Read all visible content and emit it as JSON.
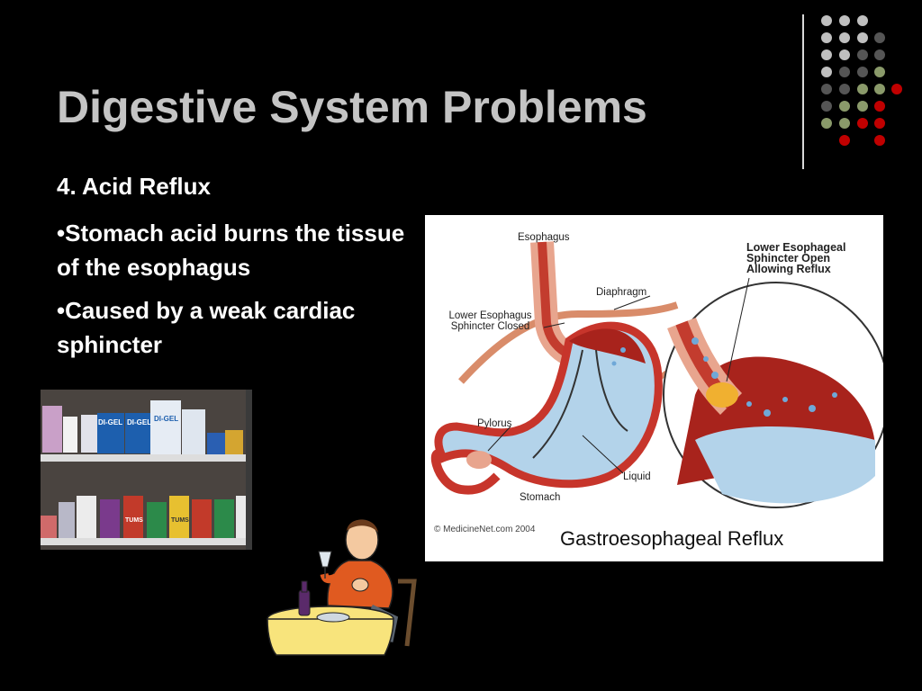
{
  "slide": {
    "title": "Digestive System Problems",
    "heading": "4. Acid Reflux",
    "bullets": [
      "•Stomach acid burns the tissue of the esophagus",
      "•Caused by a weak cardiac sphincter"
    ]
  },
  "diagram": {
    "labels": {
      "esophagus": "Esophagus",
      "diaphragm": "Diaphragm",
      "lower_closed": "Lower Esophagus Sphincter Closed",
      "lower_open": "Lower Esophageal Sphincter Open Allowing Reflux",
      "pylorus": "Pylorus",
      "liquid": "Liquid",
      "stomach": "Stomach"
    },
    "credit": "© MedicineNet.com   2004",
    "caption": "Gastroesophageal Reflux"
  },
  "photo": {
    "product_labels": [
      "DI-GEL",
      "DI-GEL",
      "DI-GEL",
      "TUMS",
      "TUMS"
    ]
  },
  "colors": {
    "background": "#000000",
    "title": "#c4c4c4",
    "text": "#ffffff",
    "dot_gray_light": "#bfbfbf",
    "dot_gray_dark": "#555555",
    "dot_green": "#8a9a6a",
    "dot_red": "#c00000"
  }
}
